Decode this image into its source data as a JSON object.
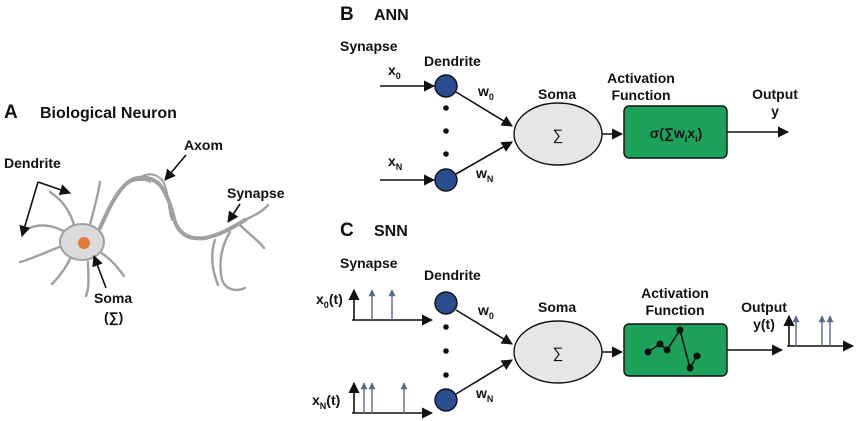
{
  "panels": {
    "A": {
      "letter": "A",
      "title": "Biological Neuron",
      "labels": {
        "dendrite": "Dendrite",
        "axon": "Axom",
        "synapse": "Synapse",
        "soma": "Soma",
        "soma_symbol": "(∑)"
      }
    },
    "B": {
      "letter": "B",
      "title": "ANN",
      "labels": {
        "synapse": "Synapse",
        "dendrite": "Dendrite",
        "soma": "Soma",
        "activation_line1": "Activation",
        "activation_line2": "Function",
        "output_line1": "Output",
        "output_line2": "y",
        "x_first": "x",
        "x_first_sub": "0",
        "x_last": "x",
        "x_last_sub": "N",
        "w_first": "w",
        "w_first_sub": "0",
        "w_last": "w",
        "w_last_sub": "N",
        "sum_symbol": "∑",
        "func_sigma": "σ(∑w",
        "func_sub_i1": "i",
        "func_x": "x",
        "func_sub_i2": "i",
        "func_close": ")"
      }
    },
    "C": {
      "letter": "C",
      "title": "SNN",
      "labels": {
        "synapse": "Synapse",
        "dendrite": "Dendrite",
        "soma": "Soma",
        "activation_line1": "Activation",
        "activation_line2": "Function",
        "output_line1": "Output",
        "output_line2": "y(t)",
        "x_first": "x",
        "x_first_sub": "0",
        "x_first_arg": "(t)",
        "x_last": "x",
        "x_last_sub": "N",
        "x_last_arg": "(t)",
        "w_first": "w",
        "w_first_sub": "0",
        "w_last": "w",
        "w_last_sub": "N",
        "sum_symbol": "∑"
      }
    }
  },
  "colors": {
    "dendrite_node": "#2a4d8f",
    "soma_fill": "#e6e6e6",
    "activation_fill": "#1ba15a",
    "spike": "#5a6a8a",
    "neuron_body": "#dadada",
    "nucleus": "#e07b39"
  }
}
